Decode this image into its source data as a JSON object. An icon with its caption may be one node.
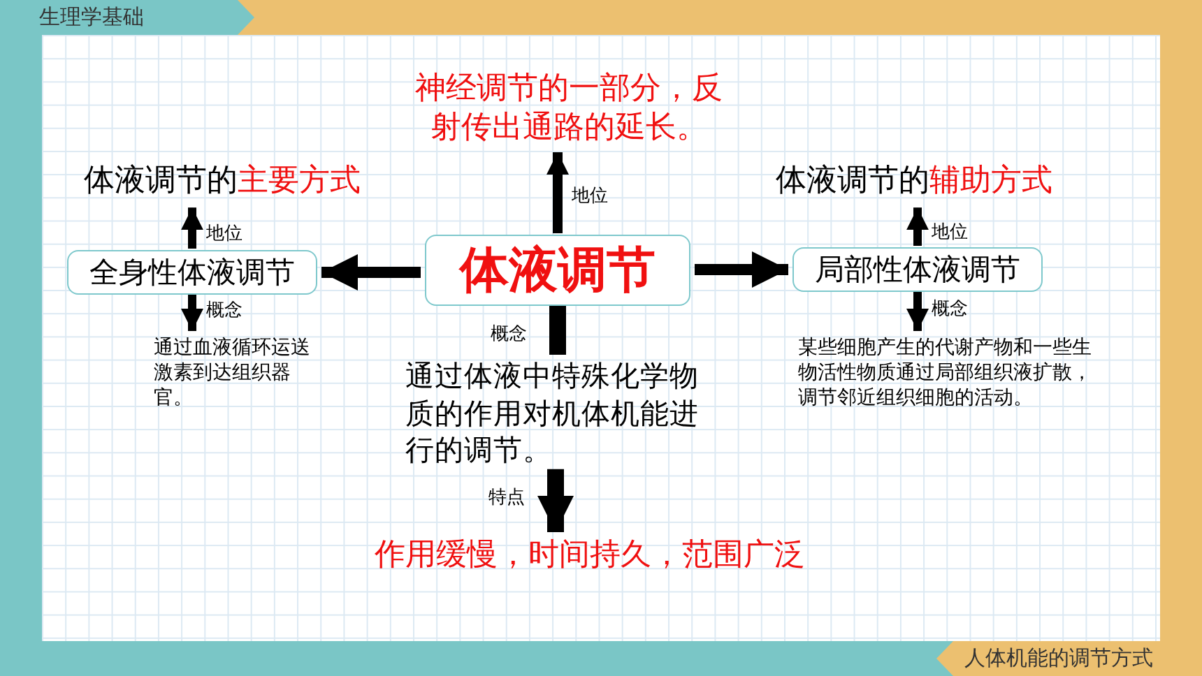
{
  "diagram": {
    "nodes": [
      {
        "text": [
          "体液调节"
        ]
      },
      {
        "text": [
          "全身性体液调节"
        ]
      },
      {
        "text": [
          "局部性体液调节"
        ]
      },
      {
        "text": [
          "神经调节的一部分，反射传出通路的延长。"
        ]
      },
      {
        "text": [
          "体液调节的",
          "主要方式"
        ]
      },
      {
        "text": [
          "体液调节的",
          "辅助方式"
        ]
      },
      {
        "text": [
          "通过血液循环运送激素到达组织器官。"
        ]
      },
      {
        "text": [
          "某些细胞产生的代谢产物和一些生物活性物质通过局部组织液扩散，调节邻近组织细胞的活动。"
        ]
      },
      {
        "text": [
          "通过体液中特殊化学物质的作用对机体机能进行的调节。"
        ]
      },
      {
        "text": [
          "作用缓慢，时间持久，范围广泛"
        ]
      }
    ],
    "edges": [
      {
        "from": 0,
        "to": 1,
        "arrow": "to"
      },
      {
        "from": 0,
        "to": 2,
        "arrow": "to"
      },
      {
        "from": 0,
        "to": 3,
        "arrow": "to",
        "label": "地位"
      },
      {
        "from": 1,
        "to": 4,
        "arrow": "to",
        "label": "地位"
      },
      {
        "from": 1,
        "to": 6,
        "arrow": "to",
        "label": "概念"
      },
      {
        "from": 2,
        "to": 5,
        "arrow": "to",
        "label": "地位"
      },
      {
        "from": 2,
        "to": 7,
        "arrow": "to",
        "label": "概念"
      },
      {
        "from": 0,
        "to": 8,
        "arrow": "none",
        "label": "概念"
      },
      {
        "from": 8,
        "to": 9,
        "arrow": "to",
        "label": "特点"
      }
    ],
    "labels": [
      "生理学基础",
      "人体机能的调节方式"
    ]
  }
}
